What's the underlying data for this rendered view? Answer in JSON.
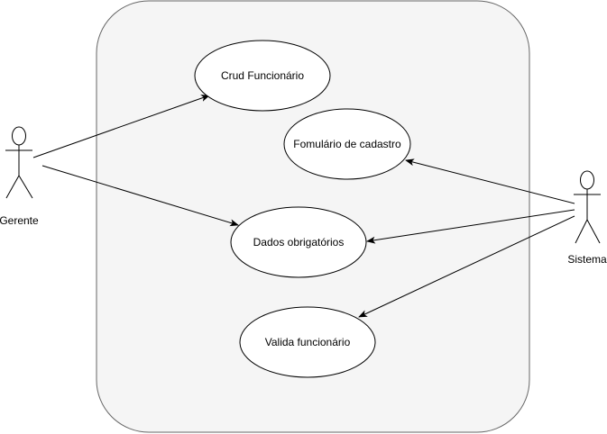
{
  "diagram": {
    "type": "use-case",
    "colors": {
      "boundary_fill": "#f5f5f5",
      "boundary_stroke": "#666666",
      "shape_stroke": "#000000",
      "shape_fill": "#ffffff"
    },
    "actors": [
      {
        "id": "gerente",
        "label": "Gerente"
      },
      {
        "id": "sistema",
        "label": "Sistema"
      }
    ],
    "use_cases": [
      {
        "id": "crud",
        "label": "Crud Funcionário"
      },
      {
        "id": "formulario",
        "label": "Fomulário de cadastro"
      },
      {
        "id": "dados",
        "label": "Dados obrigatórios"
      },
      {
        "id": "valida",
        "label": "Valida funcionário"
      }
    ],
    "associations": [
      {
        "from": "gerente",
        "to": "crud"
      },
      {
        "from": "gerente",
        "to": "dados"
      },
      {
        "from": "sistema",
        "to": "formulario"
      },
      {
        "from": "sistema",
        "to": "dados"
      },
      {
        "from": "sistema",
        "to": "valida"
      }
    ]
  }
}
